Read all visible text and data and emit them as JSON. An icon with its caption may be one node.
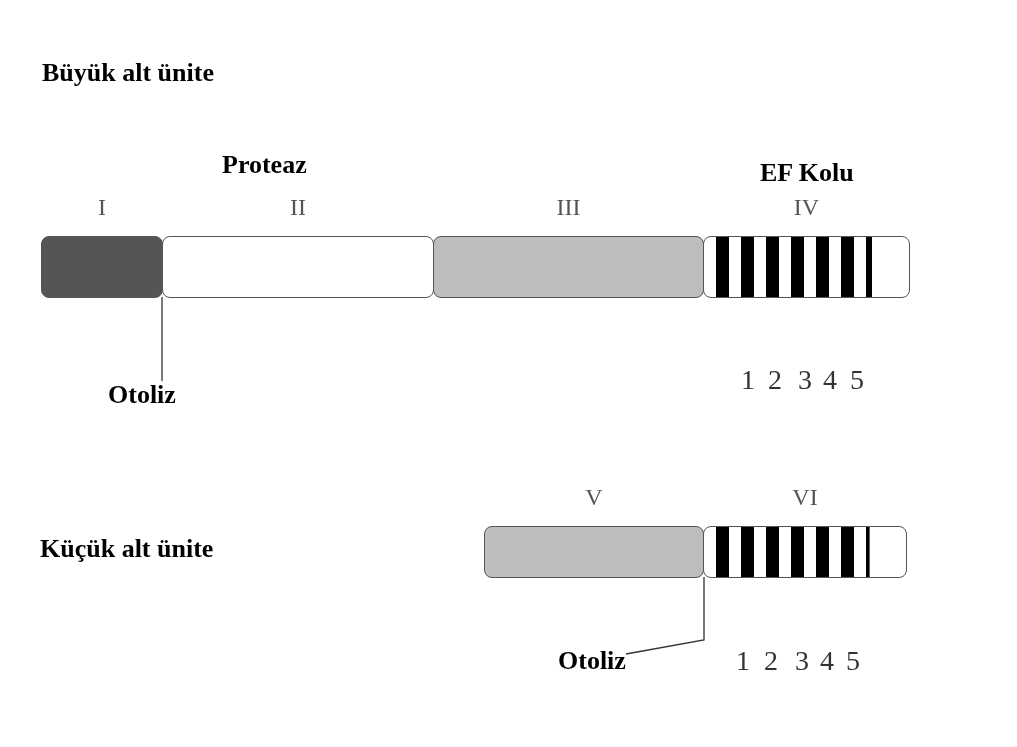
{
  "diagram": {
    "nodes": [
      {
        "text": [
          "I"
        ]
      },
      {
        "text": [
          "II"
        ]
      },
      {
        "text": [
          "III"
        ]
      },
      {
        "text": [
          "IV"
        ]
      },
      {
        "text": [
          "Otoliz"
        ]
      },
      {
        "text": [
          "V"
        ]
      },
      {
        "text": [
          "VI"
        ]
      },
      {
        "text": [
          "Otoliz"
        ]
      }
    ],
    "edges": [
      {
        "from": 4,
        "to": 0,
        "arrow": "none"
      },
      {
        "from": 7,
        "to": 5,
        "arrow": "none"
      }
    ],
    "labels": [
      "Büyük alt ünite",
      "Proteaz",
      "EF Kolu",
      "1",
      "2",
      "3",
      "4",
      "5",
      "Küçük alt ünite",
      "1",
      "2",
      "3",
      "4",
      "5"
    ]
  }
}
